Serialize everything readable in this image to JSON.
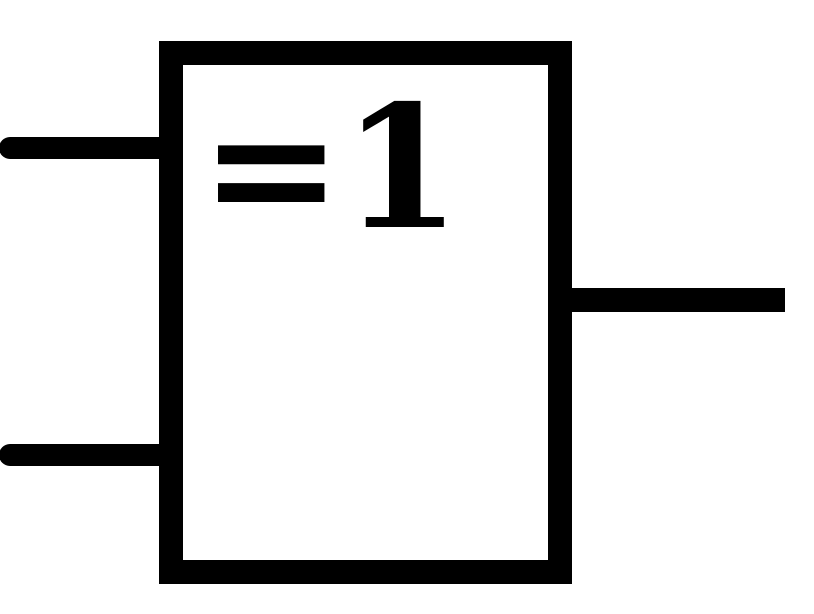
{
  "diagram": {
    "gate_label": "=1",
    "colors": {
      "background": "#ffffff",
      "stroke": "#000000"
    },
    "inputs": [
      {
        "id": "input-1"
      },
      {
        "id": "input-2"
      }
    ],
    "outputs": [
      {
        "id": "output"
      }
    ]
  }
}
